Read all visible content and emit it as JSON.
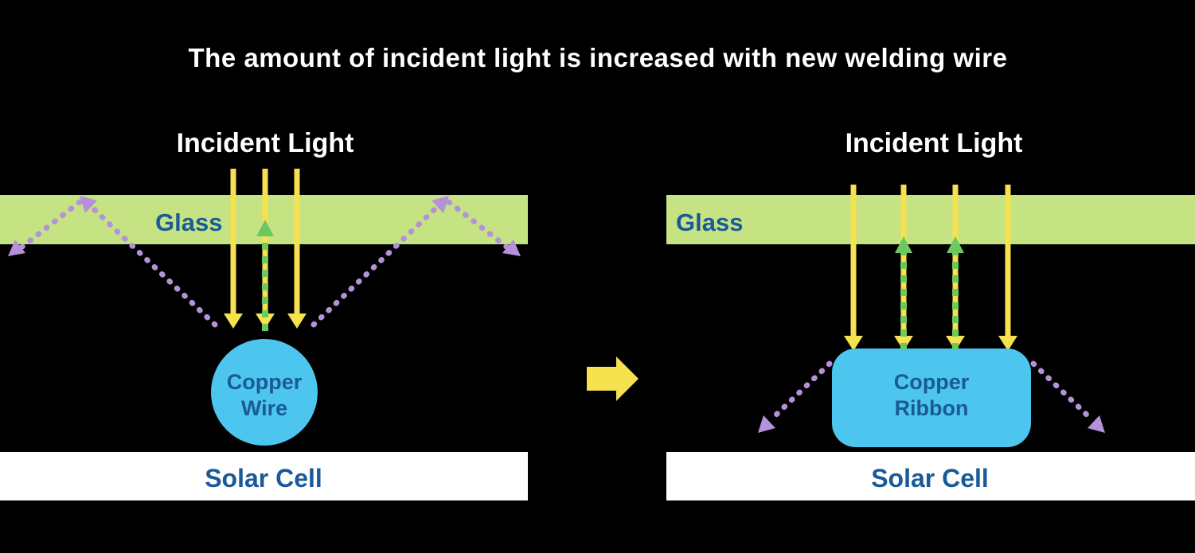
{
  "title": "The amount of incident light is increased with new welding wire",
  "left_panel": {
    "incident_light_label": "Incident Light",
    "glass_label": "Glass",
    "copper_line1": "Copper",
    "copper_line2": "Wire",
    "solar_cell_label": "Solar Cell"
  },
  "right_panel": {
    "incident_light_label": "Incident Light",
    "glass_label": "Glass",
    "copper_line1": "Copper",
    "copper_line2": "Ribbon",
    "solar_cell_label": "Solar Cell"
  },
  "colors": {
    "background": "#000000",
    "incident_light_yellow": "#F6E14F",
    "glass_green": "#C6E383",
    "reflected_light_green": "#6CC95F",
    "escaping_light_purple": "#B591D9",
    "copper_blue": "#4DC6EF",
    "label_blue": "#1A5A96",
    "title_white": "#FFFFFF"
  }
}
